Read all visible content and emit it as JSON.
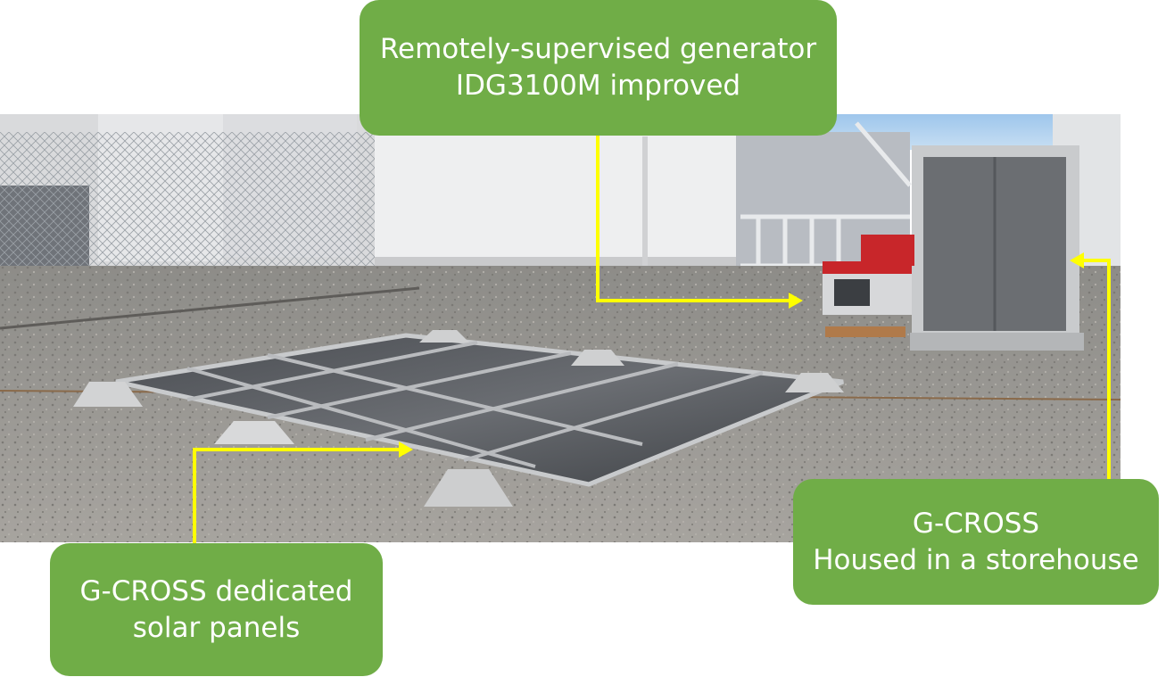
{
  "callouts": {
    "generator": {
      "line1": "Remotely-supervised generator",
      "line2": "IDG3100M improved"
    },
    "panels": {
      "line1": "G-CROSS dedicated",
      "line2": "solar panels"
    },
    "storehouse": {
      "line1": "G-CROSS",
      "line2": "Housed in a storehouse"
    }
  },
  "colors": {
    "callout_fill": "#70ad47",
    "callout_text": "#ffffff",
    "arrow": "#ffff00"
  }
}
